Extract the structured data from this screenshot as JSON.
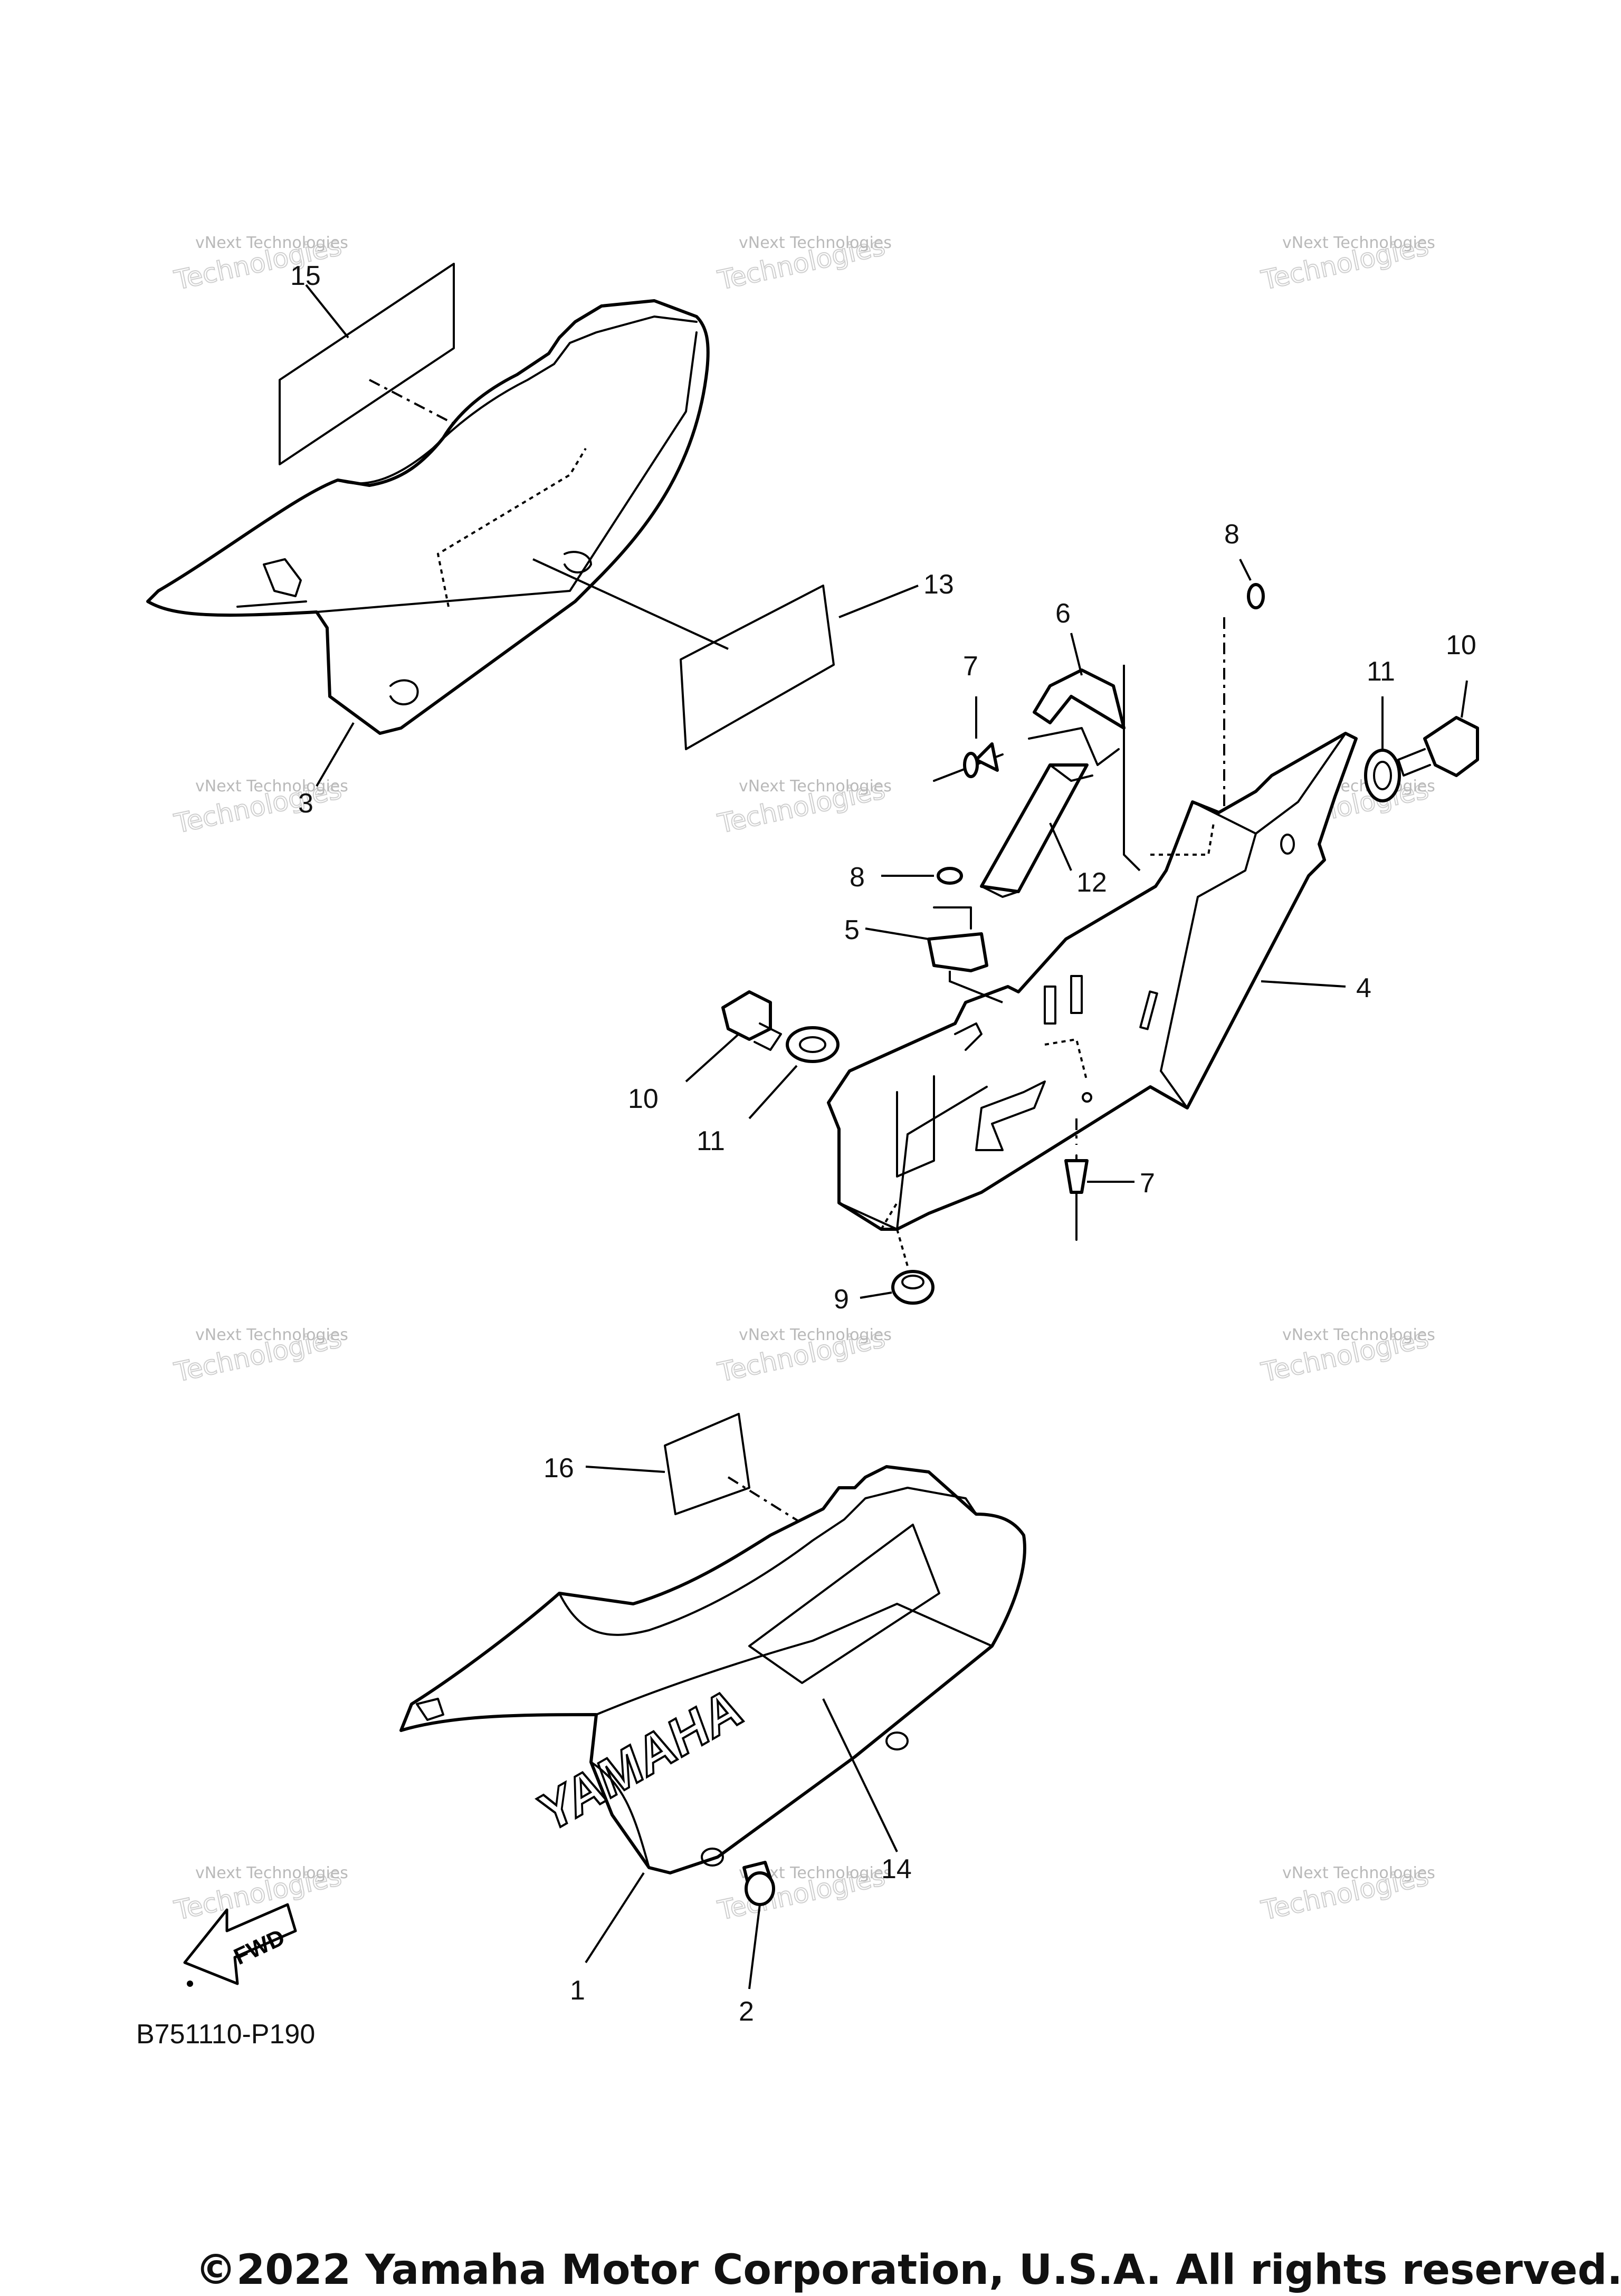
{
  "diagram": {
    "code": "B751110-P190",
    "copyright": "©2022 Yamaha Motor Corporation, U.S.A. All rights reserved.",
    "brand_text": "YAMAHA",
    "direction_label": "FWD",
    "watermark": {
      "line1": "vNext Technologies",
      "line2": "Technologies"
    },
    "callouts": [
      "1",
      "2",
      "3",
      "4",
      "5",
      "6",
      "7",
      "7",
      "8",
      "8",
      "9",
      "10",
      "10",
      "11",
      "11",
      "12",
      "13",
      "14",
      "15",
      "16"
    ]
  }
}
